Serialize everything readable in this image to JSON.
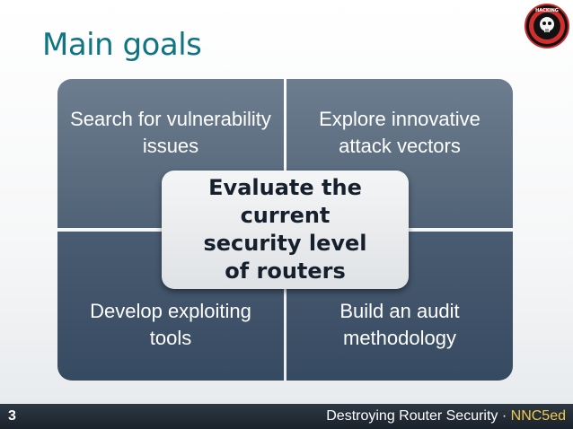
{
  "slide": {
    "title": "Main goals",
    "page_number": "3",
    "footer": {
      "text": "Destroying Router Security · ",
      "handle": "NNC5ed"
    }
  },
  "logo": {
    "icon": "skull-emblem-icon",
    "text": "HACKING"
  },
  "matrix": {
    "top_left": "Search for vulnerability issues",
    "top_right": "Explore innovative attack vectors",
    "bottom_left": "Develop exploiting tools",
    "bottom_right": "Build an audit methodology",
    "center": "Evaluate the current security level of routers"
  },
  "colors": {
    "title": "#0f7483",
    "quadrant_top": "#5f6f82",
    "quadrant_bottom": "#415468",
    "center_fill": "#e9ebed",
    "footer_bg": "#222b34",
    "handle": "#f2c94c"
  }
}
